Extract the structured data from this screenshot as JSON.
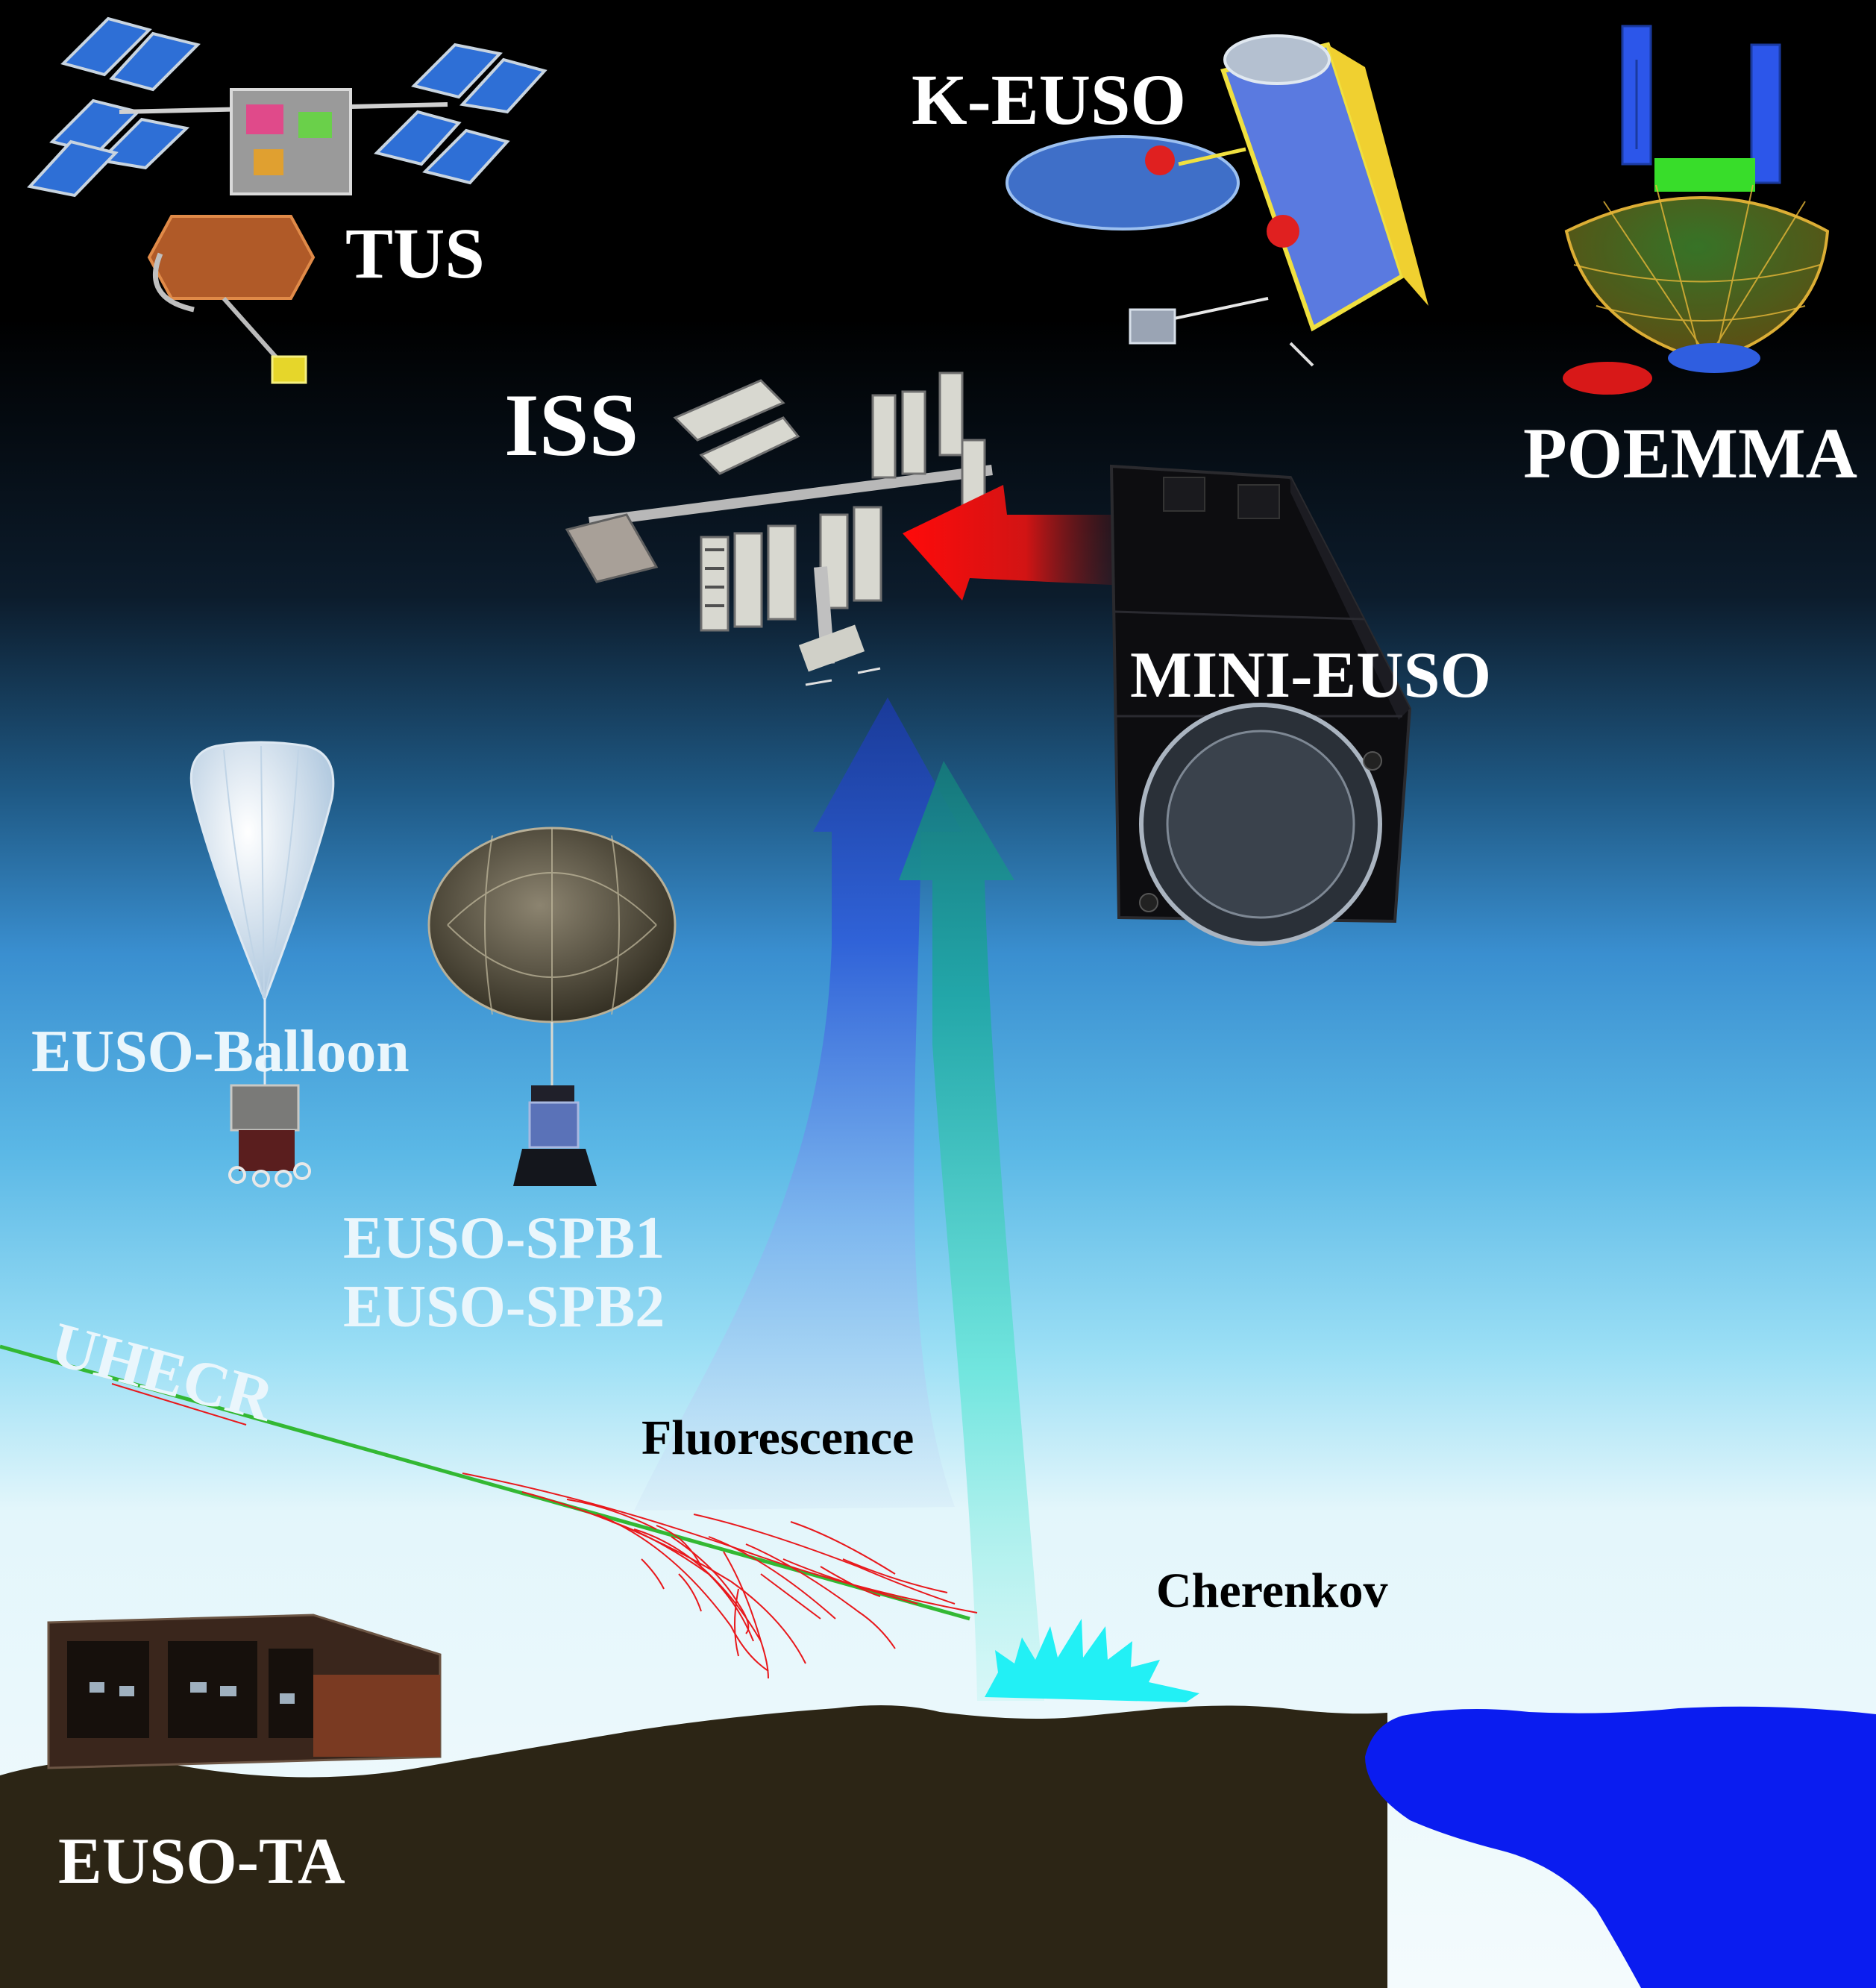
{
  "labels": {
    "tus": "TUS",
    "k_euso": "K-EUSO",
    "poemma": "POEMMA",
    "iss": "ISS",
    "mini_euso": "MINI-EUSO",
    "euso_balloon": "EUSO-Balloon",
    "euso_spb1": "EUSO-SPB1",
    "euso_spb2": "EUSO-SPB2",
    "uhecr": "UHECR",
    "fluorescence": "Fluorescence",
    "cherenkov": "Cherenkov",
    "euso_ta": "EUSO-TA"
  },
  "colors": {
    "space": "#000000",
    "sky_mid": "#3a8fd0",
    "sky_low": "#eef9fc",
    "ground": "#2c2515",
    "lake": "#0a1cf0",
    "fluorescence_arrow": "#2f55d9",
    "cherenkov_arrow": "#1fb3b0",
    "transfer_arrow": "#ff1010",
    "shower": "#e8181c",
    "primary_track": "#33b833",
    "cherenkov_flash": "#22f0f5"
  },
  "icons": [
    "tus-satellite-icon",
    "k-euso-module-icon",
    "poemma-telescope-icon",
    "iss-station-icon",
    "mini-euso-camera-icon",
    "euso-balloon-icon",
    "euso-spb-balloon-icon",
    "euso-ta-building-icon"
  ]
}
